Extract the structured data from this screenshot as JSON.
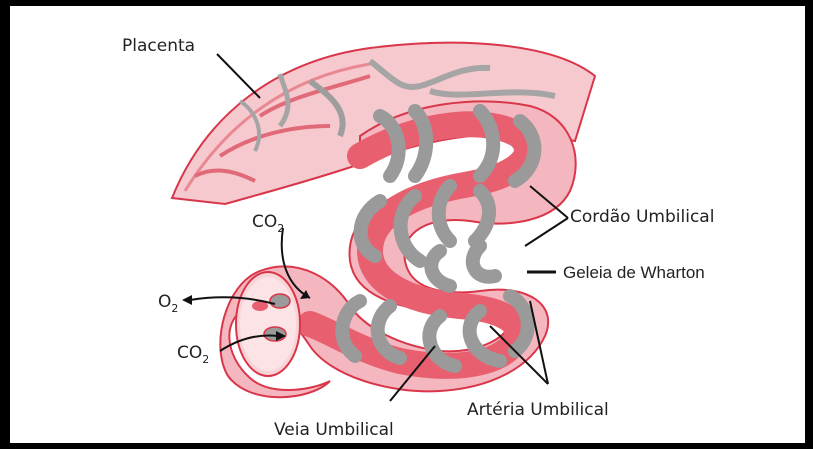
{
  "labels": {
    "placenta": "Placenta",
    "cordao": "Cordão Umbilical",
    "geleia": "Geleia de Wharton",
    "veia": "Veia Umbilical",
    "arteria": "Artéria Umbilical",
    "co2_top": "CO",
    "co2_top_sub": "2",
    "o2": "O",
    "o2_sub": "2",
    "co2_bottom": "CO",
    "co2_bottom_sub": "2"
  },
  "colors": {
    "background": "#ffffff",
    "border": "#000000",
    "placenta_fill": "#f6c9cf",
    "cord_fill": "#f5b7bf",
    "cord_outline": "#d9364a",
    "vein": "#e8606f",
    "artery": "#9a9a9a",
    "text": "#222222"
  }
}
